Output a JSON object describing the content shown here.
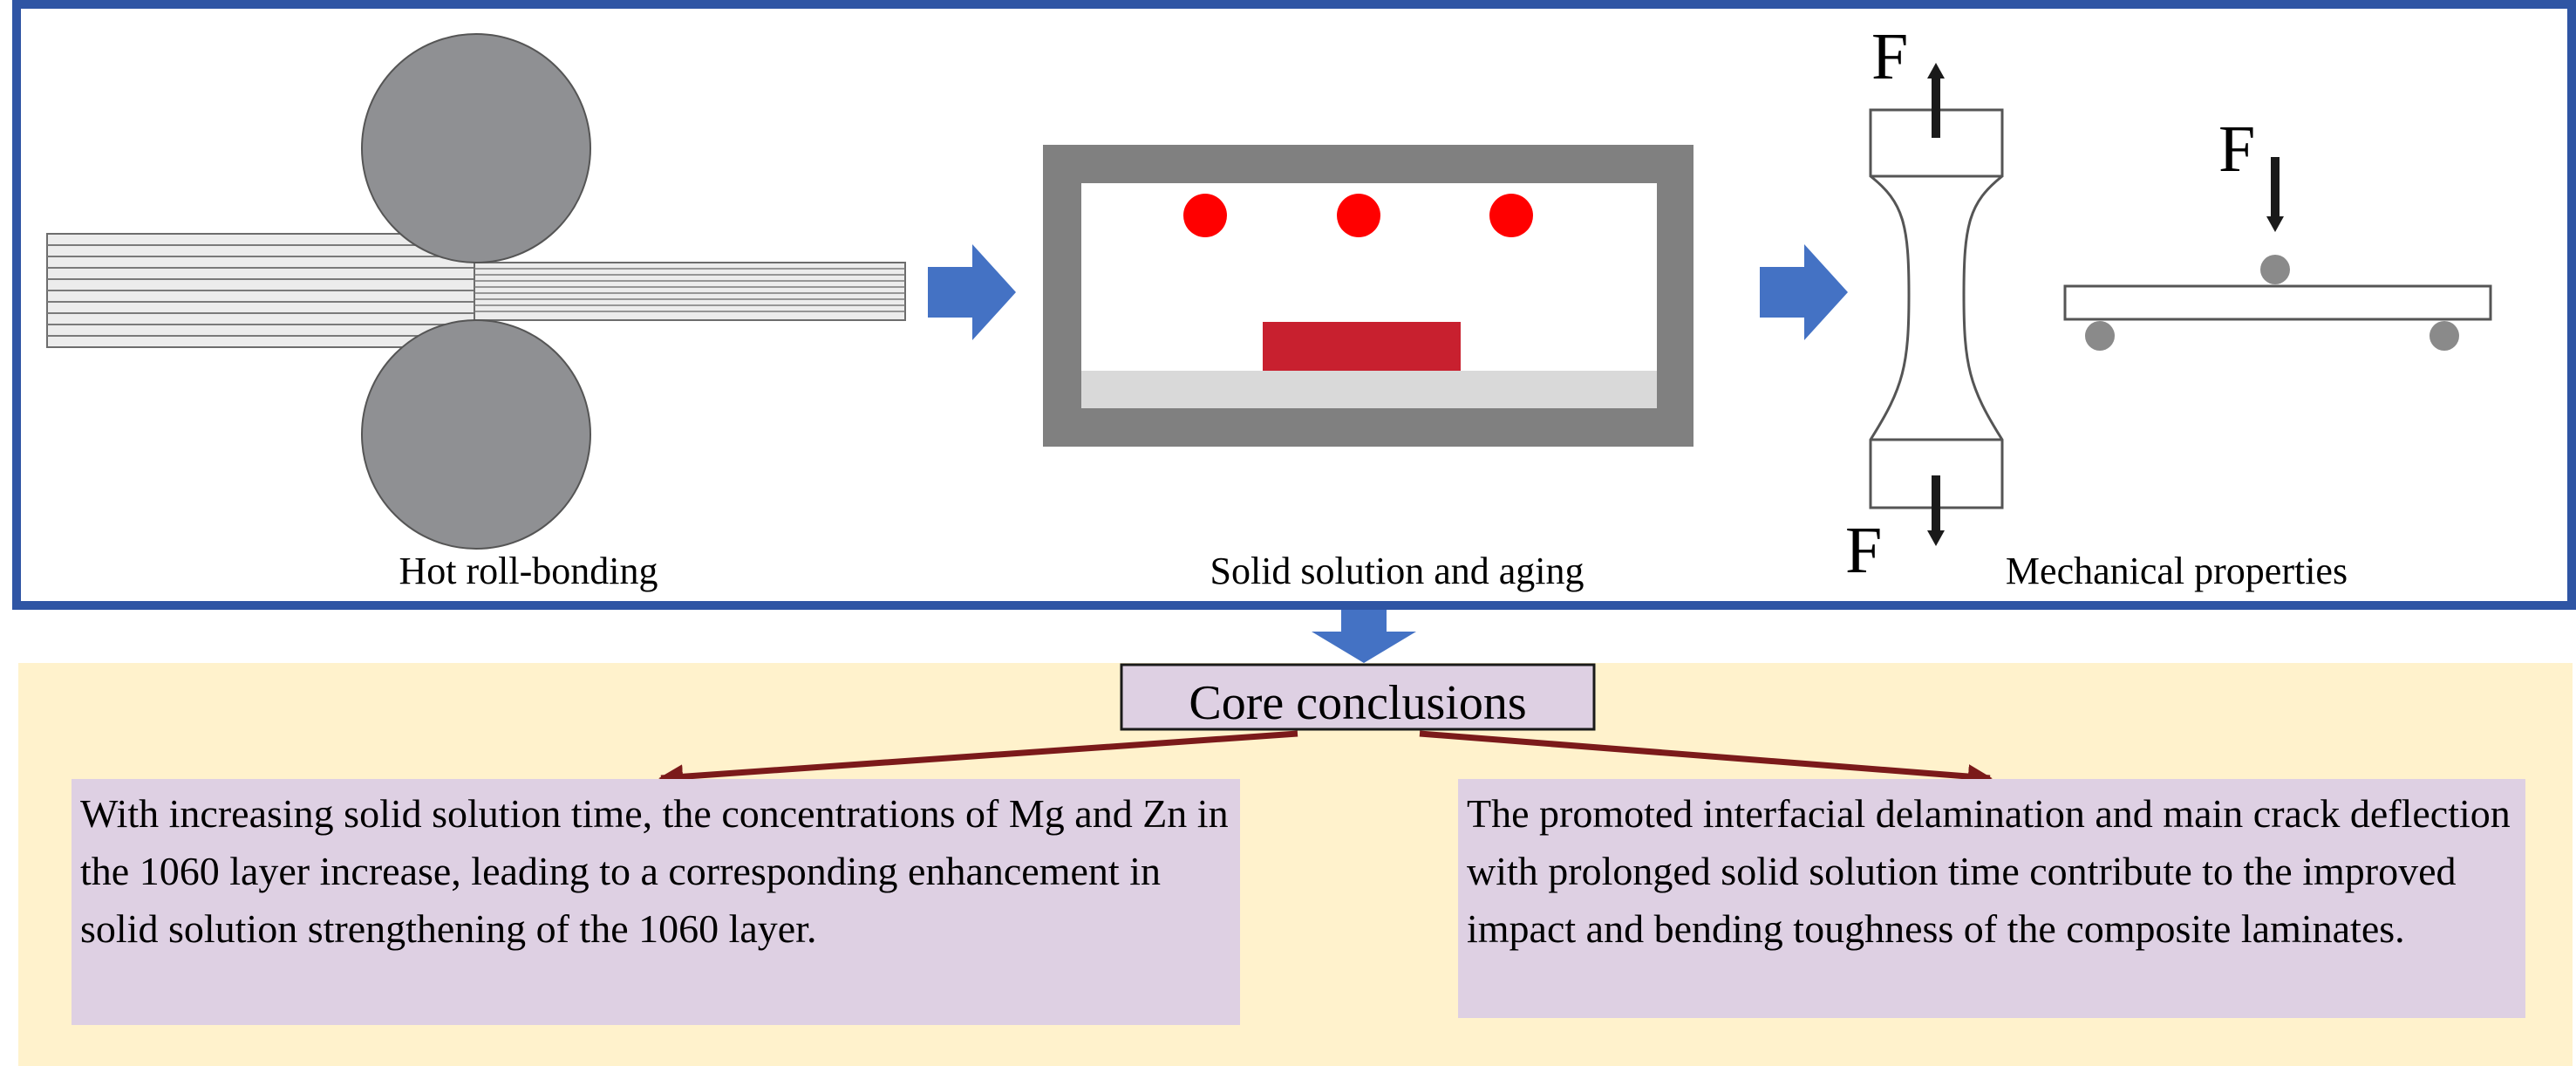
{
  "colors": {
    "frame_blue": "#2f55a4",
    "flow_arrow_blue": "#4472c4",
    "roller_gray": "#8f9093",
    "furnace_gray": "#808080",
    "heater_red": "#ff0000",
    "sample_red": "#c8202f",
    "conclusions_bg": "#fff2cc",
    "conclusion_box_bg": "#ded0e3",
    "pointer_arrow": "#7b1a1a"
  },
  "stages": {
    "rolling": {
      "caption": "Hot roll-bonding"
    },
    "heat_treatment": {
      "caption": "Solid solution and aging"
    },
    "testing": {
      "caption": "Mechanical properties",
      "tensile_top_force": "F",
      "tensile_bottom_force": "F",
      "bending_force": "F"
    }
  },
  "conclusions": {
    "header": "Core conclusions",
    "left": "With increasing solid solution time, the concentrations of Mg and Zn in the 1060 layer increase, leading to a corresponding enhancement in solid solution strengthening of the 1060 layer.",
    "right": "The promoted interfacial delamination and main crack deflection with prolonged solid solution time contribute to the improved impact and bending toughness of the composite laminates."
  }
}
